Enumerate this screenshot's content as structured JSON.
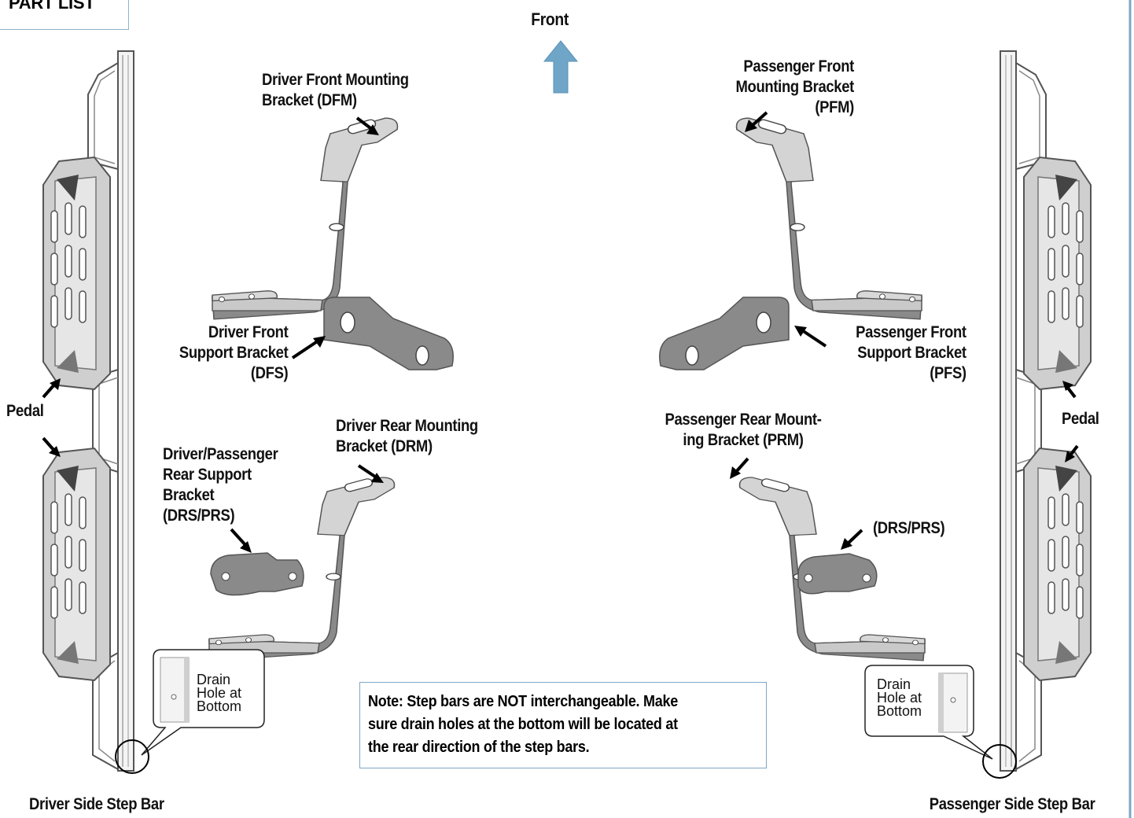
{
  "header": {
    "part_list": "PART LIST",
    "front": "Front"
  },
  "labels": {
    "dfm": [
      "Driver Front Mounting",
      "Bracket (DFM)"
    ],
    "pfm": [
      "Passenger Front",
      "Mounting Bracket",
      "(PFM)"
    ],
    "dfs": [
      "Driver Front",
      "Support Bracket",
      "(DFS)"
    ],
    "pfs": [
      "Passenger Front",
      "Support Bracket",
      "(PFS)"
    ],
    "drm": [
      "Driver Rear Mounting",
      "Bracket (DRM)"
    ],
    "prm": [
      "Passenger Rear  Mount-",
      "ing Bracket (PRM)"
    ],
    "drs": [
      "Driver/Passenger",
      "Rear Support",
      "Bracket",
      "(DRS/PRS)"
    ],
    "drs_right": "(DRS/PRS)",
    "pedal_left": "Pedal",
    "pedal_right": "Pedal"
  },
  "drain": {
    "line1": "Drain",
    "line2": "Hole at",
    "line3": "Bottom"
  },
  "note": {
    "lines": [
      "Note: Step bars are NOT interchangeable. Make",
      "sure drain holes at the bottom will be located at",
      "the rear direction of the step bars."
    ]
  },
  "captions": {
    "driver": "Driver Side Step Bar",
    "passenger": "Passenger Side Step Bar"
  },
  "colors": {
    "bracket": "#8a8a8a",
    "bracket_light": "#d7d7d7",
    "arrow_blue": "#6fa6c8",
    "border_blue": "#7fa7c5"
  }
}
